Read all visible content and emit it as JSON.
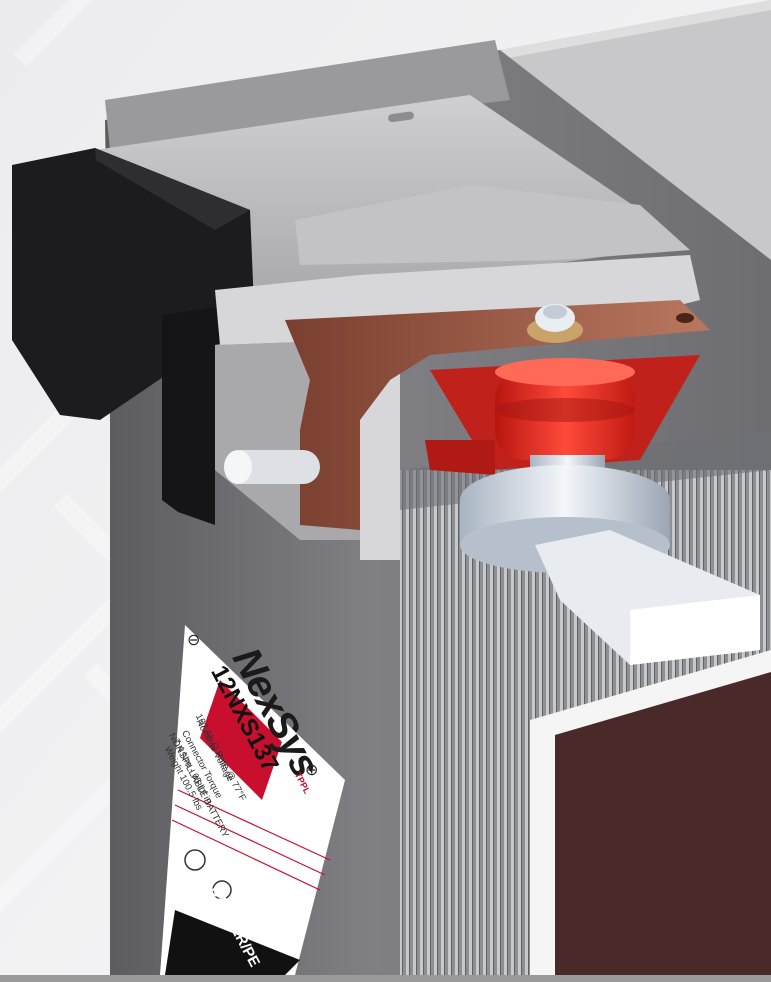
{
  "label": {
    "brand": "NexSys",
    "brand_sub": "TPPL",
    "model": "12NXS137",
    "lines": [
      "Nominal Voltage",
      "137 Ah C Rate @ 77°F",
      "Connector Torque",
      "7.4 Nm - 65 lbf in",
      "Weight 100.5 lbs",
      "NONSPILLABLE BATTERY"
    ],
    "warning": "DANGER/PE",
    "minus_symbol": "⊖",
    "plus_symbol": "⊕"
  },
  "colors": {
    "background": "#f2f2f3",
    "casing": "#7a7a7d",
    "terminal_red": "#e0281e",
    "copper": "#8a4a3a",
    "plate_dark": "#4a2a28",
    "lid": "#b9b9bb",
    "brand_red": "#c8102e"
  }
}
